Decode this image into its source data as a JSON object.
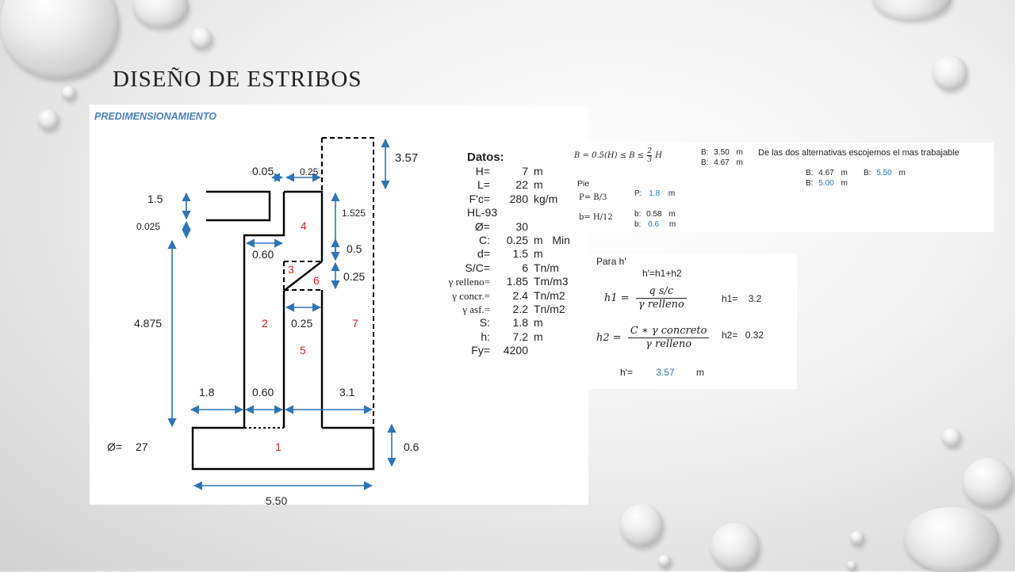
{
  "slide_title": "DISEÑO DE ESTRIBOS",
  "figure": {
    "heading": "PREDIMENSIONAMIENTO",
    "dims": {
      "d357": "3.57",
      "d005": "0.05",
      "d025top": "0.25",
      "d15": "1.5",
      "d0025": "0.025",
      "d1525": "1.525",
      "d060a": "0.60",
      "d05": "0.5",
      "d025b": "0.25",
      "d025c": "0.25",
      "d4875": "4.875",
      "d18": "1.8",
      "d060b": "0.60",
      "d31": "3.1",
      "d06": "0.6",
      "d550": "5.50",
      "phi_label": "Ø=",
      "phi_value": "27"
    },
    "regions": {
      "r1": "1",
      "r2": "2",
      "r3": "3",
      "r4": "4",
      "r5": "5",
      "r6": "6",
      "r7": "7"
    },
    "datos_title": "Datos:",
    "datos": [
      {
        "label": "H=",
        "value": "7",
        "unit": "m"
      },
      {
        "label": "L=",
        "value": "22",
        "unit": "m"
      },
      {
        "label": "F'c=",
        "value": "280",
        "unit": "kg/m"
      },
      {
        "label": "HL-93",
        "value": "",
        "unit": ""
      },
      {
        "label": "Ø=",
        "value": "30",
        "unit": ""
      },
      {
        "label": "C:",
        "value": "0.25",
        "unit": "m   Min"
      },
      {
        "label": "d=",
        "value": "1.5",
        "unit": "m"
      },
      {
        "label": "S/C=",
        "value": "6",
        "unit": "Tn/m"
      },
      {
        "label": "γ relleno=",
        "value": "1.85",
        "unit": "Tm/m3"
      },
      {
        "label": "γ concr.=",
        "value": "2.4",
        "unit": "Tn/m2"
      },
      {
        "label": "γ asf.=",
        "value": "2.2",
        "unit": "Tn/m2"
      },
      {
        "label": "S:",
        "value": "1.8",
        "unit": "m"
      },
      {
        "label": "h:",
        "value": "7.2",
        "unit": "m"
      },
      {
        "label": "Fy=",
        "value": "4200",
        "unit": ""
      }
    ]
  },
  "spreadsheet": {
    "formula_B": "B = 0.5(H) ≤ B ≤",
    "formula_frac_num": "2",
    "formula_frac_den": "3",
    "formula_H": "H",
    "b1_label": "B:",
    "b1_value": "3.50",
    "b1_unit": "m",
    "b2_label": "B:",
    "b2_value": "4.67",
    "b2_unit": "m",
    "note": "De las dos alternativas escojemos el mas trabajable",
    "b3_label": "B:",
    "b3_value": "4.67",
    "b3_unit": "m",
    "b4_label": "B:",
    "b4_value": "5.50",
    "b4_unit": "m",
    "b5_label": "B:",
    "b5_value": "5.00",
    "b5_unit": "m",
    "pie_label": "Pie",
    "p_formula": "P= B/3",
    "p_label": "P:",
    "p_value": "1.8",
    "p_unit": "m",
    "b_formula": "b= H/12",
    "b6_label": "b:",
    "b6_value": "0.58",
    "b6_unit": "m",
    "b7_label": "b:",
    "b7_value": "0.6",
    "b7_unit": "m"
  },
  "hprime": {
    "title": "Para h'",
    "eq": "h'=h1+h2",
    "h1_lhs": "h1 =",
    "h1_num": "q s/c",
    "h1_den": "γ relleno",
    "h1_label": "h1=",
    "h1_value": "3.2",
    "h2_lhs": "h2 =",
    "h2_num": "C ∗ γ concreto",
    "h2_den": "γ relleno",
    "h2_label": "h2=",
    "h2_value": "0.32",
    "hp_label": "h'=",
    "hp_value": "3.57",
    "hp_unit": "m"
  }
}
